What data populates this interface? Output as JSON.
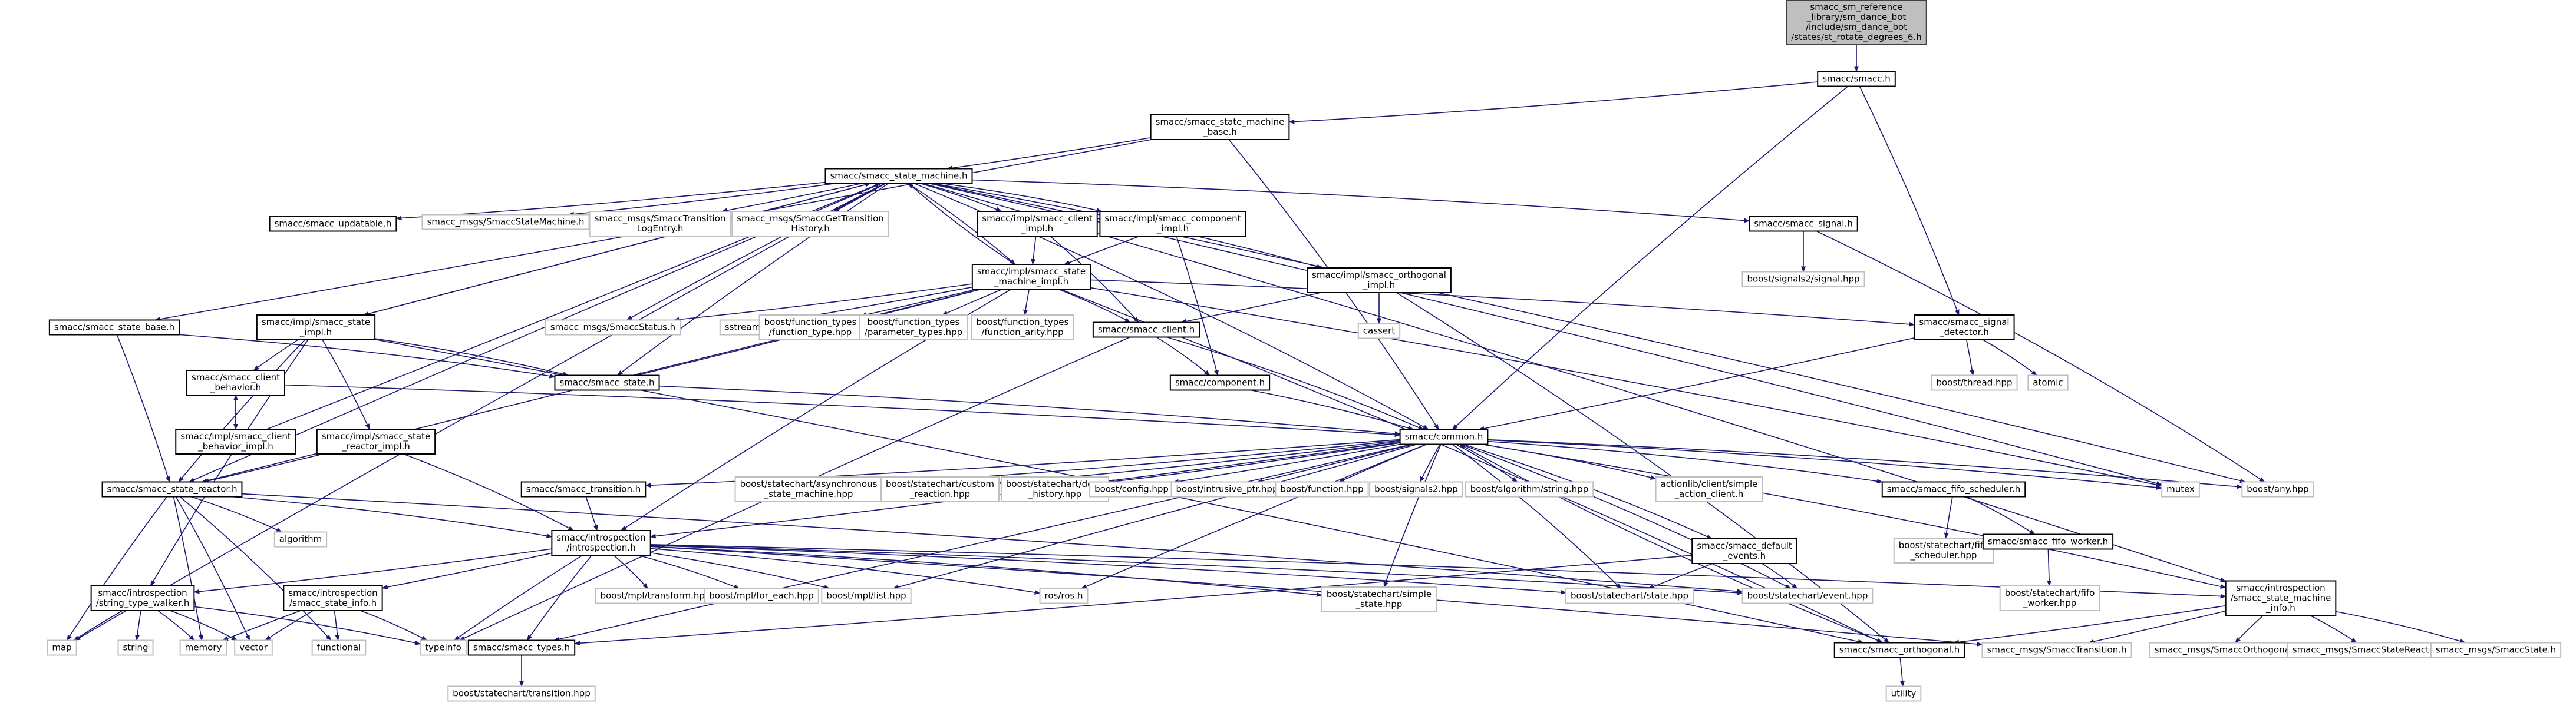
{
  "colors": {
    "edge": "#191970",
    "root_fill": "#bfbfbf",
    "root_border": "#404040",
    "doc_border": "#000000",
    "ext_border": "#bfbfbf",
    "node_fill": "#ffffff",
    "text": "#000000"
  },
  "nodes": [
    {
      "id": "root",
      "kind": "root",
      "lines": [
        "smacc_sm_reference",
        "_library/sm_dance_bot",
        "/include/sm_dance_bot",
        "/states/st_rotate_degrees_6.h"
      ]
    },
    {
      "id": "smacc_h",
      "kind": "doc",
      "lines": [
        "smacc/smacc.h"
      ]
    },
    {
      "id": "sm_base",
      "kind": "doc",
      "lines": [
        "smacc/smacc_state_machine",
        "_base.h"
      ]
    },
    {
      "id": "sm",
      "kind": "doc",
      "lines": [
        "smacc/smacc_state_machine.h"
      ]
    },
    {
      "id": "updatable",
      "kind": "doc",
      "lines": [
        "smacc/smacc_updatable.h"
      ]
    },
    {
      "id": "msg_ssm",
      "kind": "ext",
      "lines": [
        "smacc_msgs/SmaccStateMachine.h"
      ]
    },
    {
      "id": "msg_tle",
      "kind": "ext",
      "lines": [
        "smacc_msgs/SmaccTransition",
        "LogEntry.h"
      ]
    },
    {
      "id": "msg_gth",
      "kind": "ext",
      "lines": [
        "smacc_msgs/SmaccGetTransition",
        "History.h"
      ]
    },
    {
      "id": "cli_impl",
      "kind": "doc",
      "lines": [
        "smacc/impl/smacc_client",
        "_impl.h"
      ]
    },
    {
      "id": "comp_impl",
      "kind": "doc",
      "lines": [
        "smacc/impl/smacc_component",
        "_impl.h"
      ]
    },
    {
      "id": "signal",
      "kind": "doc",
      "lines": [
        "smacc/smacc_signal.h"
      ]
    },
    {
      "id": "sig_hpp",
      "kind": "ext",
      "lines": [
        "boost/signals2/signal.hpp"
      ]
    },
    {
      "id": "state_base",
      "kind": "doc",
      "lines": [
        "smacc/smacc_state_base.h"
      ]
    },
    {
      "id": "st_impl",
      "kind": "doc",
      "lines": [
        "smacc/impl/smacc_state",
        "_impl.h"
      ]
    },
    {
      "id": "sm_impl",
      "kind": "doc",
      "lines": [
        "smacc/impl/smacc_state",
        "_machine_impl.h"
      ]
    },
    {
      "id": "orth_impl",
      "kind": "doc",
      "lines": [
        "smacc/impl/smacc_orthogonal",
        "_impl.h"
      ]
    },
    {
      "id": "msg_status",
      "kind": "ext",
      "lines": [
        "smacc_msgs/SmaccStatus.h"
      ]
    },
    {
      "id": "sstream",
      "kind": "ext",
      "lines": [
        "sstream"
      ]
    },
    {
      "id": "bft",
      "kind": "ext",
      "lines": [
        "boost/function_types",
        "/function_type.hpp"
      ]
    },
    {
      "id": "bfp",
      "kind": "ext",
      "lines": [
        "boost/function_types",
        "/parameter_types.hpp"
      ]
    },
    {
      "id": "bfa",
      "kind": "ext",
      "lines": [
        "boost/function_types",
        "/function_arity.hpp"
      ]
    },
    {
      "id": "client",
      "kind": "doc",
      "lines": [
        "smacc/smacc_client.h"
      ]
    },
    {
      "id": "cassert",
      "kind": "ext",
      "lines": [
        "cassert"
      ]
    },
    {
      "id": "sig_det",
      "kind": "doc",
      "lines": [
        "smacc/smacc_signal",
        "_detector.h"
      ]
    },
    {
      "id": "thread",
      "kind": "ext",
      "lines": [
        "boost/thread.hpp"
      ]
    },
    {
      "id": "atomic",
      "kind": "ext",
      "lines": [
        "atomic"
      ]
    },
    {
      "id": "cl_beh",
      "kind": "doc",
      "lines": [
        "smacc/smacc_client",
        "_behavior.h"
      ]
    },
    {
      "id": "state",
      "kind": "doc",
      "lines": [
        "smacc/smacc_state.h"
      ]
    },
    {
      "id": "component",
      "kind": "doc",
      "lines": [
        "smacc/component.h"
      ]
    },
    {
      "id": "cl_beh_impl",
      "kind": "doc",
      "lines": [
        "smacc/impl/smacc_client",
        "_behavior_impl.h"
      ]
    },
    {
      "id": "sr_impl",
      "kind": "doc",
      "lines": [
        "smacc/impl/smacc_state",
        "_reactor_impl.h"
      ]
    },
    {
      "id": "common",
      "kind": "doc",
      "lines": [
        "smacc/common.h"
      ]
    },
    {
      "id": "reactor",
      "kind": "doc",
      "lines": [
        "smacc/smacc_state_reactor.h"
      ]
    },
    {
      "id": "transition",
      "kind": "doc",
      "lines": [
        "smacc/smacc_transition.h"
      ]
    },
    {
      "id": "asm",
      "kind": "ext",
      "lines": [
        "boost/statechart/asynchronous",
        "_state_machine.hpp"
      ]
    },
    {
      "id": "creact",
      "kind": "ext",
      "lines": [
        "boost/statechart/custom",
        "_reaction.hpp"
      ]
    },
    {
      "id": "dhist",
      "kind": "ext",
      "lines": [
        "boost/statechart/deep",
        "_history.hpp"
      ]
    },
    {
      "id": "config",
      "kind": "ext",
      "lines": [
        "boost/config.hpp"
      ]
    },
    {
      "id": "intr",
      "kind": "ext",
      "lines": [
        "boost/intrusive_ptr.hpp"
      ]
    },
    {
      "id": "func",
      "kind": "ext",
      "lines": [
        "boost/function.hpp"
      ]
    },
    {
      "id": "sig2",
      "kind": "ext",
      "lines": [
        "boost/signals2.hpp"
      ]
    },
    {
      "id": "algstr",
      "kind": "ext",
      "lines": [
        "boost/algorithm/string.hpp"
      ]
    },
    {
      "id": "action",
      "kind": "ext",
      "lines": [
        "actionlib/client/simple",
        "_action_client.h"
      ]
    },
    {
      "id": "fifo_sched",
      "kind": "doc",
      "lines": [
        "smacc/smacc_fifo_scheduler.h"
      ]
    },
    {
      "id": "mutex",
      "kind": "ext",
      "lines": [
        "mutex"
      ]
    },
    {
      "id": "bany",
      "kind": "ext",
      "lines": [
        "boost/any.hpp"
      ]
    },
    {
      "id": "algorithm",
      "kind": "ext",
      "lines": [
        "algorithm"
      ]
    },
    {
      "id": "introspection",
      "kind": "doc",
      "lines": [
        "smacc/introspection",
        "/introspection.h"
      ]
    },
    {
      "id": "defevents",
      "kind": "doc",
      "lines": [
        "smacc/smacc_default",
        "_events.h"
      ]
    },
    {
      "id": "fifo_sched_hpp",
      "kind": "ext",
      "lines": [
        "boost/statechart/fifo",
        "_scheduler.hpp"
      ]
    },
    {
      "id": "fifo_worker",
      "kind": "doc",
      "lines": [
        "smacc/smacc_fifo_worker.h"
      ]
    },
    {
      "id": "fifo_worker_hpp",
      "kind": "ext",
      "lines": [
        "boost/statechart/fifo",
        "_worker.hpp"
      ]
    },
    {
      "id": "stw",
      "kind": "doc",
      "lines": [
        "smacc/introspection",
        "/string_type_walker.h"
      ]
    },
    {
      "id": "sinfo",
      "kind": "doc",
      "lines": [
        "smacc/introspection",
        "/smacc_state_info.h"
      ]
    },
    {
      "id": "mpltr",
      "kind": "ext",
      "lines": [
        "boost/mpl/transform.hpp"
      ]
    },
    {
      "id": "mplfe",
      "kind": "ext",
      "lines": [
        "boost/mpl/for_each.hpp"
      ]
    },
    {
      "id": "mpllist",
      "kind": "ext",
      "lines": [
        "boost/mpl/list.hpp"
      ]
    },
    {
      "id": "rosnos",
      "kind": "ext",
      "lines": [
        "ros/ros.h"
      ]
    },
    {
      "id": "simple",
      "kind": "ext",
      "lines": [
        "boost/statechart/simple",
        "_state.hpp"
      ]
    },
    {
      "id": "scstate",
      "kind": "ext",
      "lines": [
        "boost/statechart/state.hpp"
      ]
    },
    {
      "id": "scevent",
      "kind": "ext",
      "lines": [
        "boost/statechart/event.hpp"
      ]
    },
    {
      "id": "smi",
      "kind": "doc",
      "lines": [
        "smacc/introspection",
        "/smacc_state_machine",
        "_info.h"
      ]
    },
    {
      "id": "map",
      "kind": "ext",
      "lines": [
        "map"
      ]
    },
    {
      "id": "string",
      "kind": "ext",
      "lines": [
        "string"
      ]
    },
    {
      "id": "memory",
      "kind": "ext",
      "lines": [
        "memory"
      ]
    },
    {
      "id": "vector",
      "kind": "ext",
      "lines": [
        "vector"
      ]
    },
    {
      "id": "functional",
      "kind": "ext",
      "lines": [
        "functional"
      ]
    },
    {
      "id": "typeinfo",
      "kind": "ext",
      "lines": [
        "typeinfo"
      ]
    },
    {
      "id": "types",
      "kind": "doc",
      "lines": [
        "smacc/smacc_types.h"
      ]
    },
    {
      "id": "orthogonal",
      "kind": "doc",
      "lines": [
        "smacc/smacc_orthogonal.h"
      ]
    },
    {
      "id": "msg_tr",
      "kind": "ext",
      "lines": [
        "smacc_msgs/SmaccTransition.h"
      ]
    },
    {
      "id": "msg_orth",
      "kind": "ext",
      "lines": [
        "smacc_msgs/SmaccOrthogonal.h"
      ]
    },
    {
      "id": "msg_sr",
      "kind": "ext",
      "lines": [
        "smacc_msgs/SmaccStateReactor.h"
      ]
    },
    {
      "id": "msg_state",
      "kind": "ext",
      "lines": [
        "smacc_msgs/SmaccState.h"
      ]
    },
    {
      "id": "transition_hpp",
      "kind": "ext",
      "lines": [
        "boost/statechart/transition.hpp"
      ]
    },
    {
      "id": "utility",
      "kind": "ext",
      "lines": [
        "utility"
      ]
    }
  ],
  "edges": [
    [
      "root",
      "smacc_h"
    ],
    [
      "smacc_h",
      "sm_base"
    ],
    [
      "smacc_h",
      "common"
    ],
    [
      "smacc_h",
      "sig_det"
    ],
    [
      "sm_base",
      "sm"
    ],
    [
      "sm_base",
      "common"
    ],
    [
      "sm_base",
      "state_base"
    ],
    [
      "sm",
      "updatable"
    ],
    [
      "sm",
      "msg_ssm"
    ],
    [
      "sm",
      "msg_tle"
    ],
    [
      "sm",
      "msg_gth"
    ],
    [
      "sm",
      "cli_impl"
    ],
    [
      "sm",
      "comp_impl"
    ],
    [
      "sm",
      "signal"
    ],
    [
      "sm",
      "st_impl"
    ],
    [
      "sm",
      "sm_impl"
    ],
    [
      "sm",
      "orth_impl"
    ],
    [
      "sm",
      "msg_status"
    ],
    [
      "sm",
      "common"
    ],
    [
      "sm",
      "reactor"
    ],
    [
      "sm",
      "mutex"
    ],
    [
      "sm",
      "bany"
    ],
    [
      "sm",
      "map"
    ],
    [
      "sm",
      "smi"
    ],
    [
      "sm",
      "state"
    ],
    [
      "signal",
      "sig_hpp"
    ],
    [
      "signal",
      "bany"
    ],
    [
      "cli_impl",
      "sm_impl"
    ],
    [
      "cli_impl",
      "client"
    ],
    [
      "comp_impl",
      "sm_impl"
    ],
    [
      "comp_impl",
      "component"
    ],
    [
      "sm_impl",
      "sm"
    ],
    [
      "sm_impl",
      "msg_status"
    ],
    [
      "sm_impl",
      "sstream"
    ],
    [
      "sm_impl",
      "bft"
    ],
    [
      "sm_impl",
      "bfp"
    ],
    [
      "sm_impl",
      "bfa"
    ],
    [
      "sm_impl",
      "client"
    ],
    [
      "sm_impl",
      "sig_det"
    ],
    [
      "sm_impl",
      "state"
    ],
    [
      "sm_impl",
      "introspection"
    ],
    [
      "sm_impl",
      "reactor"
    ],
    [
      "sm_impl",
      "orthogonal"
    ],
    [
      "sm_impl",
      "mutex"
    ],
    [
      "orth_impl",
      "cassert"
    ],
    [
      "orth_impl",
      "client"
    ],
    [
      "orth_impl",
      "orthogonal"
    ],
    [
      "client",
      "component"
    ],
    [
      "client",
      "common"
    ],
    [
      "client",
      "typeinfo"
    ],
    [
      "sig_det",
      "thread"
    ],
    [
      "sig_det",
      "atomic"
    ],
    [
      "sig_det",
      "common"
    ],
    [
      "state_base",
      "state"
    ],
    [
      "state_base",
      "reactor"
    ],
    [
      "st_impl",
      "cl_beh"
    ],
    [
      "st_impl",
      "state"
    ],
    [
      "st_impl",
      "sr_impl"
    ],
    [
      "st_impl",
      "reactor"
    ],
    [
      "st_impl",
      "stw"
    ],
    [
      "st_impl",
      "orthogonal"
    ],
    [
      "st_impl",
      "sm"
    ],
    [
      "cl_beh",
      "common"
    ],
    [
      "cl_beh",
      "cl_beh_impl"
    ],
    [
      "cl_beh_impl",
      "cl_beh"
    ],
    [
      "cl_beh_impl",
      "sm"
    ],
    [
      "state",
      "common"
    ],
    [
      "component",
      "common"
    ],
    [
      "sr_impl",
      "reactor"
    ],
    [
      "sr_impl",
      "introspection"
    ],
    [
      "reactor",
      "introspection"
    ],
    [
      "reactor",
      "algorithm"
    ],
    [
      "reactor",
      "map"
    ],
    [
      "reactor",
      "memory"
    ],
    [
      "reactor",
      "vector"
    ],
    [
      "reactor",
      "functional"
    ],
    [
      "reactor",
      "scevent"
    ],
    [
      "common",
      "transition"
    ],
    [
      "common",
      "asm"
    ],
    [
      "common",
      "creact"
    ],
    [
      "common",
      "dhist"
    ],
    [
      "common",
      "config"
    ],
    [
      "common",
      "intr"
    ],
    [
      "common",
      "func"
    ],
    [
      "common",
      "sig2"
    ],
    [
      "common",
      "algstr"
    ],
    [
      "common",
      "action"
    ],
    [
      "common",
      "fifo_sched"
    ],
    [
      "common",
      "mutex"
    ],
    [
      "common",
      "bany"
    ],
    [
      "common",
      "defevents"
    ],
    [
      "common",
      "introspection"
    ],
    [
      "common",
      "mpllist"
    ],
    [
      "common",
      "rosnos"
    ],
    [
      "common",
      "simple"
    ],
    [
      "common",
      "scstate"
    ],
    [
      "common",
      "scevent"
    ],
    [
      "common",
      "types"
    ],
    [
      "common",
      "smi"
    ],
    [
      "transition",
      "introspection"
    ],
    [
      "fifo_sched",
      "fifo_sched_hpp"
    ],
    [
      "fifo_sched",
      "fifo_worker"
    ],
    [
      "fifo_worker",
      "fifo_worker_hpp"
    ],
    [
      "defevents",
      "scstate"
    ],
    [
      "defevents",
      "scevent"
    ],
    [
      "defevents",
      "types"
    ],
    [
      "introspection",
      "stw"
    ],
    [
      "introspection",
      "sinfo"
    ],
    [
      "introspection",
      "mpltr"
    ],
    [
      "introspection",
      "mplfe"
    ],
    [
      "introspection",
      "mpllist"
    ],
    [
      "introspection",
      "rosnos"
    ],
    [
      "introspection",
      "simple"
    ],
    [
      "introspection",
      "scstate"
    ],
    [
      "introspection",
      "scevent"
    ],
    [
      "introspection",
      "smi"
    ],
    [
      "introspection",
      "typeinfo"
    ],
    [
      "introspection",
      "types"
    ],
    [
      "introspection",
      "msg_tr"
    ],
    [
      "stw",
      "map"
    ],
    [
      "stw",
      "string"
    ],
    [
      "stw",
      "memory"
    ],
    [
      "stw",
      "vector"
    ],
    [
      "stw",
      "typeinfo"
    ],
    [
      "sinfo",
      "memory"
    ],
    [
      "sinfo",
      "vector"
    ],
    [
      "sinfo",
      "functional"
    ],
    [
      "sinfo",
      "typeinfo"
    ],
    [
      "smi",
      "orthogonal"
    ],
    [
      "smi",
      "msg_tr"
    ],
    [
      "smi",
      "msg_orth"
    ],
    [
      "smi",
      "msg_sr"
    ],
    [
      "smi",
      "msg_state"
    ],
    [
      "types",
      "transition_hpp"
    ],
    [
      "orthogonal",
      "utility"
    ],
    [
      "orthogonal",
      "common"
    ]
  ]
}
